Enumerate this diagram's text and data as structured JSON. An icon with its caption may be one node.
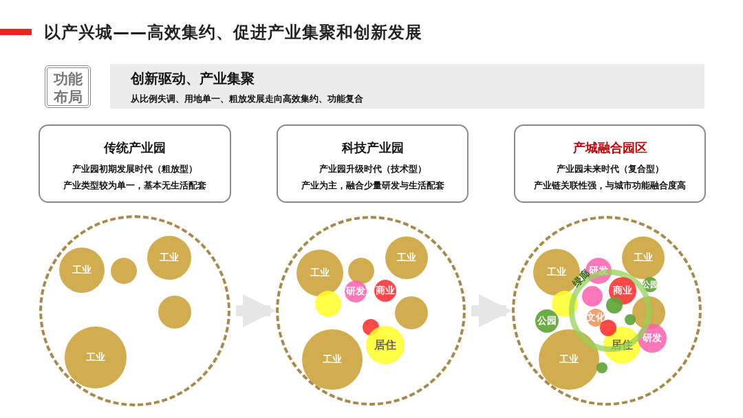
{
  "diagram": {
    "title": "以产兴城——高效集约、促进产业集聚和创新发展",
    "nodes": [
      {
        "text": [
          "功能布局"
        ]
      },
      {
        "text": [
          "创新驱动、产业集聚",
          "从比例失调、用地单一、粗放发展走向高效集约、功能复合"
        ]
      },
      {
        "text": [
          "传统产业园",
          "产业园初期发展时代（粗放型）",
          "产业类型较为单一，基本无生活配套"
        ]
      },
      {
        "text": [
          "科技产业园",
          "产业园升级时代（技术型）",
          "产业为主，融合少量研发与生活配套"
        ]
      },
      {
        "text": [
          "产城融合园区",
          "产业园未来时代（复合型）",
          "产业链关联性强，与城市功能融合度高"
        ]
      },
      {
        "text": [],
        "shape": "circle"
      },
      {
        "text": [],
        "shape": "circle"
      },
      {
        "text": [],
        "shape": "circle"
      },
      {
        "text": [
          "工业"
        ],
        "in": 5
      },
      {
        "text": [],
        "shape": "circle",
        "in": 5
      },
      {
        "text": [
          "工业"
        ],
        "in": 5
      },
      {
        "text": [],
        "shape": "circle",
        "in": 5
      },
      {
        "text": [
          "工业"
        ],
        "in": 5
      },
      {
        "text": [
          "工业"
        ],
        "in": 6
      },
      {
        "text": [],
        "shape": "circle",
        "in": 6
      },
      {
        "text": [
          "工业"
        ],
        "in": 6
      },
      {
        "text": [
          "研发"
        ],
        "in": 6
      },
      {
        "text": [
          "商业"
        ],
        "in": 6
      },
      {
        "text": [],
        "shape": "circle",
        "in": 6
      },
      {
        "text": [],
        "shape": "circle",
        "in": 6
      },
      {
        "text": [],
        "shape": "circle",
        "in": 6
      },
      {
        "text": [
          "居住"
        ],
        "in": 6
      },
      {
        "text": [
          "工业"
        ],
        "in": 6
      },
      {
        "text": [
          "绿廊"
        ],
        "in": 7
      },
      {
        "text": [
          "工业"
        ],
        "in": 7
      },
      {
        "text": [
          "研发"
        ],
        "in": 7
      },
      {
        "text": [
          "工业"
        ],
        "in": 7
      },
      {
        "text": [],
        "shape": "circle",
        "in": 23
      },
      {
        "text": [
          "商业"
        ],
        "in": 23
      },
      {
        "text": [
          "公园"
        ],
        "in": 7
      },
      {
        "text": [],
        "shape": "circle",
        "in": 7
      },
      {
        "text": [],
        "shape": "circle",
        "in": 23
      },
      {
        "text": [],
        "shape": "circle",
        "in": 7
      },
      {
        "text": [
          "公园"
        ],
        "in": 7
      },
      {
        "text": [
          "文化"
        ],
        "in": 23
      },
      {
        "text": [],
        "shape": "circle",
        "in": 23
      },
      {
        "text": [],
        "shape": "circle",
        "in": 23
      },
      {
        "text": [
          "居住"
        ],
        "in": 7
      },
      {
        "text": [
          "研发"
        ],
        "in": 7
      },
      {
        "text": [
          "工业"
        ],
        "in": 7
      },
      {
        "text": [],
        "shape": "circle",
        "in": 7
      }
    ],
    "edges": [
      {
        "from": 5,
        "to": 6,
        "arrow": "to"
      },
      {
        "from": 6,
        "to": 7,
        "arrow": "to"
      }
    ]
  }
}
